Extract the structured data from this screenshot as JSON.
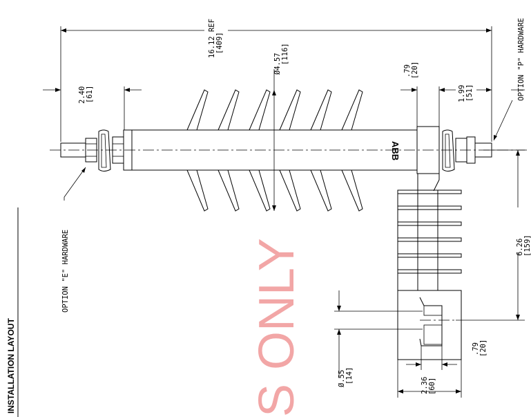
{
  "drawing": {
    "overall_length": {
      "value": "16.12 REF",
      "metric": "[409]"
    },
    "end_fitting_length": {
      "value": "2.40",
      "metric": "[61]"
    },
    "shed_diameter": {
      "value": "Ø4.57",
      "metric": "[116]"
    },
    "p_fitting_offset": {
      "value": ".79",
      "metric": "[20]"
    },
    "p_fitting_length": {
      "value": "1.99",
      "metric": "[51]"
    },
    "option_e_label": "OPTION \"E\" HARDWARE",
    "option_p_label": "OPTION \"P\" HARDWARE",
    "hole_diameter": {
      "value": "Ø.55",
      "metric": "[14]"
    },
    "base_width": {
      "value": "2.36",
      "metric": "[60]"
    },
    "base_offset": {
      "value": ".79",
      "metric": "[20]"
    },
    "mount_height": {
      "value": "6.26",
      "metric": "[159]"
    },
    "logo": "ABB",
    "watermark": "S ONLY",
    "side_title": "INSTALLATION LAYOUT"
  },
  "colors": {
    "line": "#000000",
    "watermark": "#f2a6a6",
    "background": "#ffffff"
  }
}
